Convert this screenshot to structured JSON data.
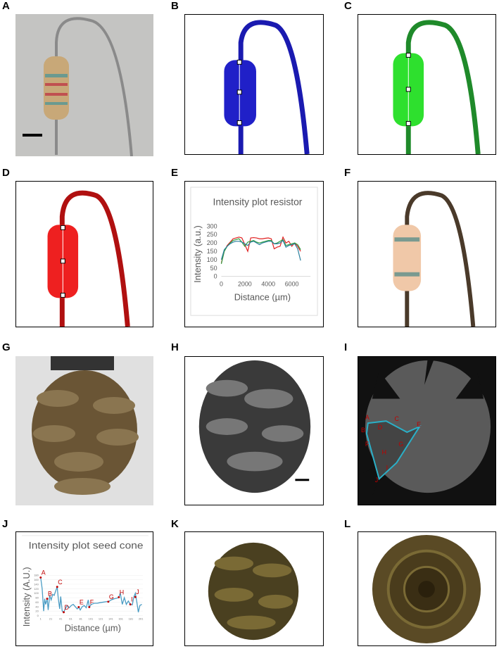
{
  "panel_labels": [
    "A",
    "B",
    "C",
    "D",
    "E",
    "F",
    "G",
    "H",
    "I",
    "J",
    "K",
    "L"
  ],
  "slice_labels": [
    "A",
    "B",
    "C",
    "D",
    "E",
    "F",
    "G",
    "H",
    "I",
    "J"
  ],
  "colors": {
    "blue": "#1a1ab0",
    "green": "#2ecc40",
    "red": "#e02020",
    "tan": "#c8a878"
  },
  "chart_data": [
    {
      "type": "line",
      "title": "Intensity plot resistor",
      "xlabel": "Distance (µm)",
      "ylabel": "Intensity (a.u.)",
      "xlim": [
        0,
        7000
      ],
      "ylim": [
        0,
        300
      ],
      "xticks": [
        "0",
        "2000",
        "4000",
        "6000"
      ],
      "yticks": [
        "0",
        "50",
        "100",
        "150",
        "200",
        "250",
        "300"
      ],
      "x": [
        0,
        250,
        500,
        750,
        1000,
        1250,
        1500,
        1750,
        2000,
        2250,
        2500,
        2750,
        3000,
        3250,
        3500,
        3750,
        4000,
        4250,
        4500,
        4750,
        5000,
        5250,
        5500,
        5750,
        6000,
        6250,
        6500,
        6750
      ],
      "series": [
        {
          "name": "red",
          "color": "#e02020",
          "values": [
            80,
            150,
            185,
            205,
            225,
            230,
            235,
            230,
            190,
            150,
            230,
            232,
            230,
            225,
            225,
            228,
            230,
            225,
            165,
            175,
            180,
            235,
            200,
            210,
            180,
            200,
            180,
            150
          ]
        },
        {
          "name": "green",
          "color": "#2e9e40",
          "values": [
            75,
            150,
            180,
            200,
            215,
            220,
            225,
            205,
            180,
            205,
            210,
            215,
            205,
            200,
            205,
            210,
            215,
            215,
            195,
            200,
            210,
            220,
            185,
            190,
            195,
            200,
            190,
            160
          ]
        },
        {
          "name": "blue",
          "color": "#2a7f9e",
          "values": [
            100,
            160,
            180,
            195,
            205,
            210,
            210,
            205,
            195,
            185,
            205,
            210,
            200,
            190,
            200,
            205,
            210,
            210,
            195,
            195,
            200,
            215,
            175,
            185,
            190,
            195,
            165,
            95
          ]
        }
      ]
    },
    {
      "type": "line",
      "title": "Intensity plot seed cone",
      "xlabel": "Distance (µm)",
      "ylabel": "Intensity (A.U.)",
      "xlim": [
        1,
        205
      ],
      "ylim": [
        0,
        180
      ],
      "xticks": [
        "1",
        "21",
        "41",
        "61",
        "81",
        "101",
        "121",
        "141",
        "161",
        "181",
        "201"
      ],
      "yticks": [
        "0",
        "20",
        "40",
        "60",
        "80",
        "100",
        "120",
        "140",
        "160",
        "180"
      ],
      "x": [
        1,
        4,
        7,
        9,
        11,
        14,
        16,
        19,
        22,
        25,
        28,
        31,
        34,
        36,
        39,
        41,
        44,
        47,
        50,
        54,
        58,
        62,
        66,
        70,
        74,
        77,
        80,
        84,
        88,
        92,
        96,
        98,
        102,
        108,
        114,
        120,
        126,
        132,
        136,
        142,
        148,
        154,
        157,
        160,
        164,
        168,
        172,
        176,
        180,
        184,
        187,
        190,
        193,
        196,
        199,
        203
      ],
      "values": [
        170,
        120,
        20,
        75,
        50,
        75,
        25,
        90,
        70,
        95,
        90,
        110,
        128,
        80,
        30,
        85,
        20,
        15,
        30,
        45,
        35,
        45,
        50,
        40,
        30,
        38,
        25,
        40,
        45,
        35,
        70,
        38,
        50,
        55,
        55,
        58,
        60,
        62,
        62,
        70,
        75,
        78,
        82,
        100,
        50,
        80,
        50,
        65,
        50,
        48,
        83,
        100,
        60,
        15,
        45,
        50
      ],
      "points": [
        {
          "label": "A",
          "x": 1,
          "y": 170
        },
        {
          "label": "B",
          "x": 14,
          "y": 75
        },
        {
          "label": "C",
          "x": 34,
          "y": 128
        },
        {
          "label": "D",
          "x": 47,
          "y": 15
        },
        {
          "label": "E",
          "x": 77,
          "y": 38
        },
        {
          "label": "F",
          "x": 98,
          "y": 38
        },
        {
          "label": "G",
          "x": 136,
          "y": 62
        },
        {
          "label": "H",
          "x": 157,
          "y": 82
        },
        {
          "label": "I",
          "x": 180,
          "y": 50
        },
        {
          "label": "J",
          "x": 190,
          "y": 83
        }
      ],
      "series_color": "#4a9cc4"
    }
  ]
}
